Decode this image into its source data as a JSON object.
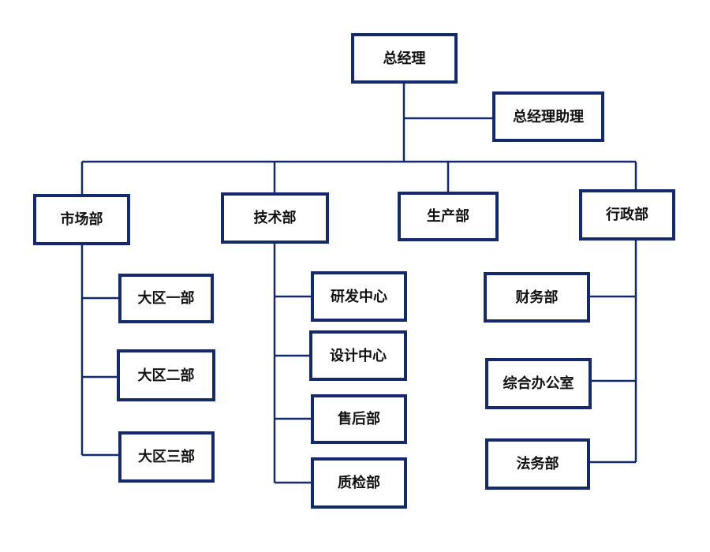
{
  "org_chart": {
    "root": {
      "label": "总经理"
    },
    "assistant": {
      "label": "总经理助理"
    },
    "departments": [
      {
        "label": "市场部",
        "children": [
          "大区一部",
          "大区二部",
          "大区三部"
        ]
      },
      {
        "label": "技术部",
        "children": [
          "研发中心",
          "设计中心",
          "售后部",
          "质检部"
        ]
      },
      {
        "label": "生产部",
        "children": []
      },
      {
        "label": "行政部",
        "children": [
          "财务部",
          "综合办公室",
          "法务部"
        ]
      }
    ]
  },
  "colors": {
    "border": "#142a6b",
    "line": "#142a6b",
    "box_fill": "#ffffff",
    "text": "#111111"
  }
}
